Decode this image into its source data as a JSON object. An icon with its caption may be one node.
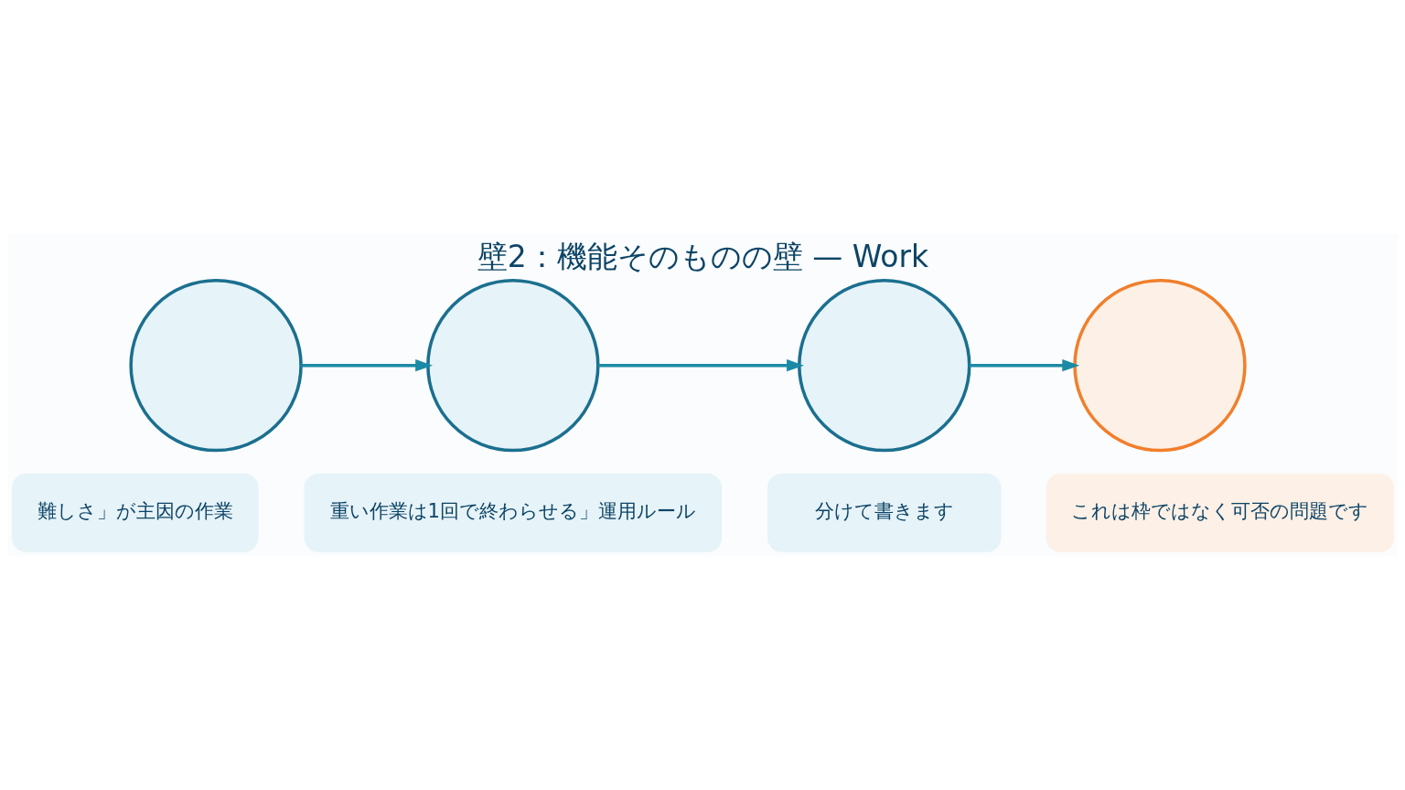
{
  "diagram": {
    "title": "壁2：機能そのものの壁 — Work",
    "nodes": [
      {
        "text": [],
        "shape": "circle"
      },
      {
        "text": [],
        "shape": "circle"
      },
      {
        "text": [],
        "shape": "circle"
      },
      {
        "text": [],
        "shape": "circle"
      },
      {
        "text": [
          "難しさ」が主因の作業"
        ]
      },
      {
        "text": [
          "重い作業は1回で終わらせる」運用ルール"
        ]
      },
      {
        "text": [
          "分けて書きます"
        ]
      },
      {
        "text": [
          "これは枠ではなく可否の問題です"
        ]
      }
    ],
    "edges": [
      {
        "from": 0,
        "to": 1,
        "arrow": "to"
      },
      {
        "from": 1,
        "to": 2,
        "arrow": "to"
      },
      {
        "from": 2,
        "to": 3,
        "arrow": "to"
      }
    ]
  }
}
